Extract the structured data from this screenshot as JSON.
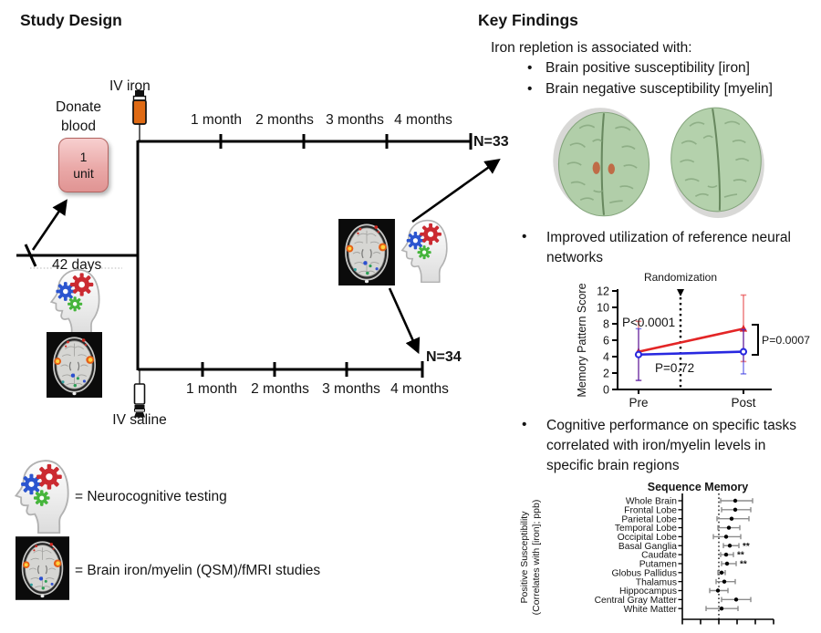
{
  "study_design": {
    "title": "Study Design",
    "donate_blood_label": "Donate blood",
    "donate_box": {
      "line1": "1",
      "line2": "unit"
    },
    "iv_iron_label": "IV iron",
    "iv_saline_label": "IV saline",
    "baseline_interval_label": "42 days",
    "months": [
      "1 month",
      "2 months",
      "3 months",
      "4 months"
    ],
    "arm_iron_n": "N=33",
    "arm_saline_n": "N=34",
    "legend": [
      {
        "icon": "head-gears-icon",
        "label": "= Neurocognitive testing"
      },
      {
        "icon": "brain-mri-icon",
        "label": "= Brain iron/myelin (QSM)/fMRI studies"
      }
    ]
  },
  "key_findings": {
    "title": "Key Findings",
    "intro": "Iron repletion is associated with:",
    "bullets_top": [
      "Brain positive susceptibility [iron]",
      "Brain negative susceptibility [myelin]"
    ],
    "bullet_networks": "Improved utilization of reference neural networks",
    "bullet_cognitive": "Cognitive performance on specific tasks correlated with iron/myelin levels in specific brain regions"
  },
  "chart_data": [
    {
      "type": "line",
      "ylabel": "Memory Pattern Score",
      "categories": [
        "Pre",
        "Post"
      ],
      "ylim": [
        0,
        12
      ],
      "yticks": [
        0,
        2,
        4,
        6,
        8,
        10,
        12
      ],
      "annotation": "Randomization",
      "legend_position": "none",
      "grid": false,
      "series": [
        {
          "name": "IV iron",
          "color": "#e32526",
          "values": [
            4.6,
            7.4
          ],
          "ci": [
            [
              1.1,
              8.3
            ],
            [
              3.4,
              11.5
            ]
          ],
          "p_label": "P<0.0001"
        },
        {
          "name": "IV saline",
          "color": "#2828e0",
          "values": [
            4.25,
            4.6
          ],
          "ci": [
            [
              1.1,
              7.4
            ],
            [
              1.9,
              7.3
            ]
          ],
          "p_label": "P=0.72"
        }
      ],
      "between_group_p": "P=0.0007"
    },
    {
      "type": "forest",
      "title": "Sequence Memory",
      "ylabel_lines": [
        "Positive Susceptibility",
        "(Correlates with [iron]; ppb)"
      ],
      "xlim": [
        -0.4,
        0.6
      ],
      "zero_line": 0,
      "rows": [
        {
          "label": "Whole Brain",
          "value": 0.18,
          "lo": 0.02,
          "hi": 0.37,
          "sig": ""
        },
        {
          "label": "Frontal Lobe",
          "value": 0.18,
          "lo": 0.03,
          "hi": 0.35,
          "sig": ""
        },
        {
          "label": "Parietal Lobe",
          "value": 0.14,
          "lo": -0.02,
          "hi": 0.33,
          "sig": ""
        },
        {
          "label": "Temporal Lobe",
          "value": 0.11,
          "lo": -0.01,
          "hi": 0.23,
          "sig": ""
        },
        {
          "label": "Occipital Lobe",
          "value": 0.08,
          "lo": -0.06,
          "hi": 0.24,
          "sig": ""
        },
        {
          "label": "Basal Ganglia",
          "value": 0.12,
          "lo": 0.05,
          "hi": 0.22,
          "sig": "**"
        },
        {
          "label": "Caudate",
          "value": 0.08,
          "lo": 0.02,
          "hi": 0.16,
          "sig": "**"
        },
        {
          "label": "Putamen",
          "value": 0.09,
          "lo": 0.03,
          "hi": 0.19,
          "sig": "**"
        },
        {
          "label": "Globus Pallidus",
          "value": 0.03,
          "lo": -0.01,
          "hi": 0.07,
          "sig": ""
        },
        {
          "label": "Thalamus",
          "value": 0.06,
          "lo": -0.03,
          "hi": 0.18,
          "sig": ""
        },
        {
          "label": "Hippocampus",
          "value": -0.01,
          "lo": -0.1,
          "hi": 0.1,
          "sig": ""
        },
        {
          "label": "Central Gray Matter",
          "value": 0.19,
          "lo": 0.03,
          "hi": 0.35,
          "sig": ""
        },
        {
          "label": "White Matter",
          "value": 0.03,
          "lo": -0.14,
          "hi": 0.21,
          "sig": ""
        }
      ]
    }
  ]
}
